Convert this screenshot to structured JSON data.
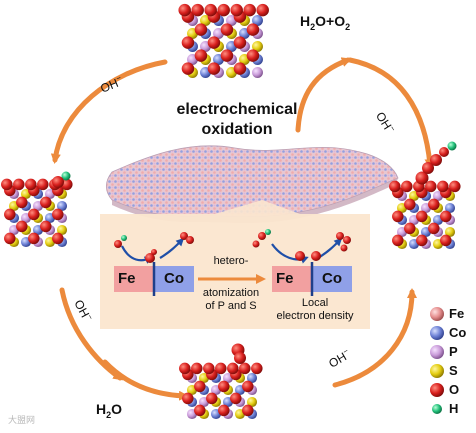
{
  "title": {
    "line1": "electrochemical",
    "line2": "oxidation"
  },
  "molecules": {
    "product_top": "H",
    "product_top_sub": "2",
    "product_top_mid": "O+O",
    "product_top_sub2": "2",
    "product_bottom": "H",
    "product_bottom_sub": "2",
    "product_bottom_end": "O"
  },
  "hydroxide": {
    "base": "OH",
    "sup": "−"
  },
  "inset": {
    "left_metal_a": "Fe",
    "left_metal_b": "Co",
    "right_metal_a": "Fe",
    "right_metal_b": "Co",
    "process_line1": "hetero-",
    "process_line2": "atomization",
    "process_line3": "of P and S",
    "caption_line1": "Local",
    "caption_line2": "electron density"
  },
  "legend": [
    {
      "label": "Fe",
      "color": "#e58e8e"
    },
    {
      "label": "Co",
      "color": "#6e82d6"
    },
    {
      "label": "P",
      "color": "#d6a6e0"
    },
    {
      "label": "S",
      "color": "#e8d418"
    },
    {
      "label": "O",
      "color": "#d9201e"
    },
    {
      "label": "H",
      "color": "#22c07a"
    }
  ],
  "colors": {
    "arrow": "#ec8a3c",
    "oxygen": "#d9201e",
    "sulfur": "#e8d418",
    "phosphorus": "#c99bd9",
    "cobalt": "#6e82d6",
    "iron": "#e58e8e",
    "hydrogen": "#22c07a",
    "inset_bg": "#fbe6cf",
    "fe_block": "#f2a0a0",
    "co_block": "#8fa0e8"
  },
  "watermark": "大盟网"
}
